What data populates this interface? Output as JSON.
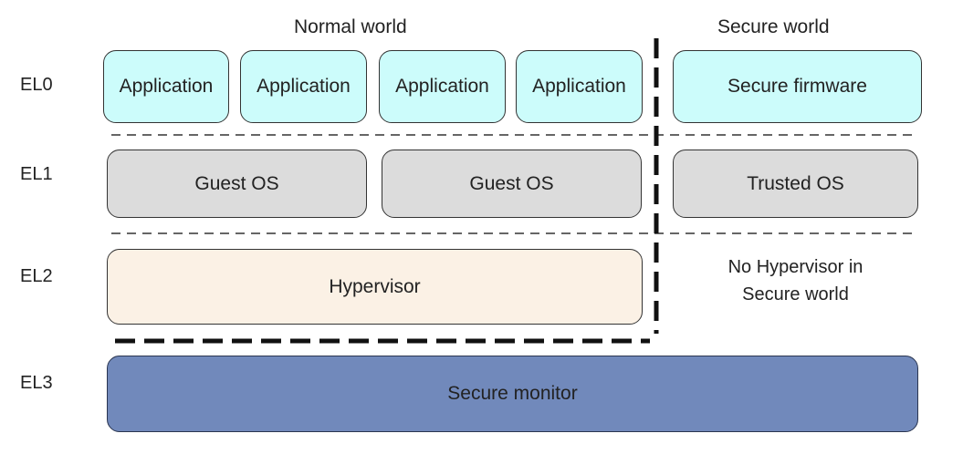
{
  "headers": {
    "normal_world": "Normal world",
    "secure_world": "Secure world"
  },
  "levels": {
    "el0": "EL0",
    "el1": "EL1",
    "el2": "EL2",
    "el3": "EL3"
  },
  "el0": {
    "applications": [
      "Application",
      "Application",
      "Application",
      "Application"
    ],
    "secure_firmware": "Secure firmware"
  },
  "el1": {
    "guest_os": [
      "Guest OS",
      "Guest OS"
    ],
    "trusted_os": "Trusted OS"
  },
  "el2": {
    "hypervisor": "Hypervisor",
    "secure_note_line1": "No Hypervisor in",
    "secure_note_line2": "Secure world"
  },
  "el3": {
    "secure_monitor": "Secure monitor"
  },
  "colors": {
    "application": "#ccfcfb",
    "os": "#dcdcdc",
    "hypervisor": "#fbf1e5",
    "secure_monitor": "#7189bb"
  }
}
